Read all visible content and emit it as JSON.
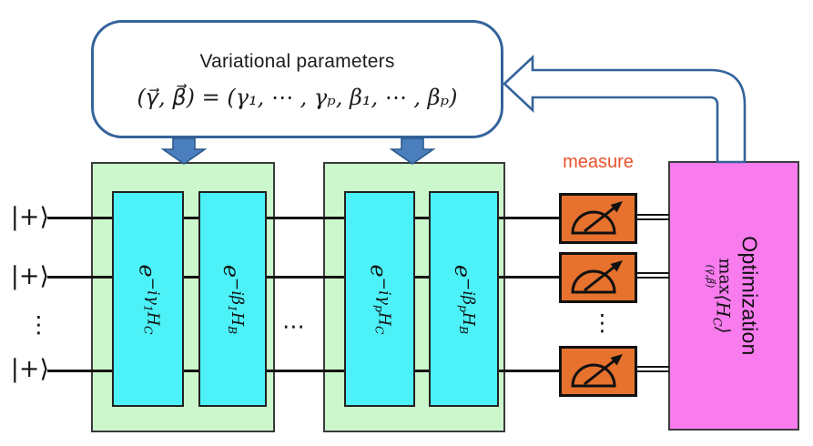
{
  "palette": {
    "outline_blue": "#35639b",
    "arrow_fill": "#4a7ebd",
    "arrow_stroke": "#2c5a8c",
    "green": "#ccf6cb",
    "cyan": "#4df2f8",
    "orange": "#e6722e",
    "measure_text": "#e8512b",
    "pink": "#f97cef",
    "line_black": "#141414"
  },
  "parameter_box": {
    "title": "Variational parameters",
    "equation": "(γ⃗, β⃗) = (γ₁, ⋯ , γₚ, β₁, ⋯ , βₚ)"
  },
  "qubits": {
    "kets": [
      "|+⟩",
      "|+⟩",
      "|+⟩"
    ],
    "vertical_dots": "⋮",
    "horizontal_dots": "⋯"
  },
  "circuit": {
    "gates": [
      {
        "base": "e",
        "exp_coeff": "−iγ",
        "exp_index": "1",
        "exp_ham": "H",
        "exp_ham_sub": "C"
      },
      {
        "base": "e",
        "exp_coeff": "−iβ",
        "exp_index": "1",
        "exp_ham": "H",
        "exp_ham_sub": "B"
      },
      {
        "base": "e",
        "exp_coeff": "−iγ",
        "exp_index": "p",
        "exp_ham": "H",
        "exp_ham_sub": "C"
      },
      {
        "base": "e",
        "exp_coeff": "−iβ",
        "exp_index": "p",
        "exp_ham": "H",
        "exp_ham_sub": "B"
      }
    ]
  },
  "measurement": {
    "label": "measure",
    "vertical_dots": "⋮"
  },
  "optimization": {
    "title": "Optimization",
    "max": "max",
    "max_sub": "(γ⃗,β⃗)",
    "objective_open": "⟨",
    "objective_h": "H",
    "objective_h_sub": "C",
    "objective_close": "⟩"
  }
}
